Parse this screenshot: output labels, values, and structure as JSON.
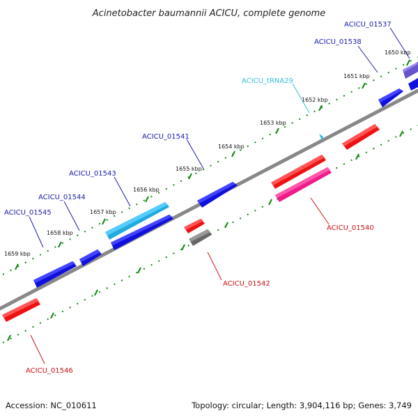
{
  "title": "Acinetobacter baumannii ACICU, complete genome",
  "footer": {
    "accession": "Accession: NC_010611",
    "summary": "Topology: circular; Length: 3,904,116 bp; Genes: 3,749"
  },
  "colors": {
    "forward_gene": "#1010dd",
    "reverse_gene": "#ee1111",
    "pink_gene": "#ee1c8a",
    "cyan_gene": "#22bbee",
    "gray_gene": "#666666",
    "trna": "#33bbdd",
    "purple_gene": "#6655cc",
    "backbone": "#888888",
    "ticks": "#118811",
    "forward_label": "#1a1ab0",
    "reverse_label": "#cc1111",
    "trna_label": "#33bbdd"
  },
  "kbp_labels": [
    "1650 kbp",
    "1651 kbp",
    "1652 kbp",
    "1653 kbp",
    "1654 kbp",
    "1655 kbp",
    "1656 kbp",
    "1657 kbp",
    "1658 kbp",
    "1659 kbp"
  ],
  "gene_labels": {
    "acicu_01537": "ACICU_01537",
    "acicu_01538": "ACICU_01538",
    "acicu_trna29": "ACICU_tRNA29",
    "acicu_01541": "ACICU_01541",
    "acicu_01543": "ACICU_01543",
    "acicu_01544": "ACICU_01544",
    "acicu_01545": "ACICU_01545",
    "acicu_01540": "ACICU_01540",
    "acicu_01542": "ACICU_01542",
    "acicu_01546": "ACICU_01546"
  }
}
